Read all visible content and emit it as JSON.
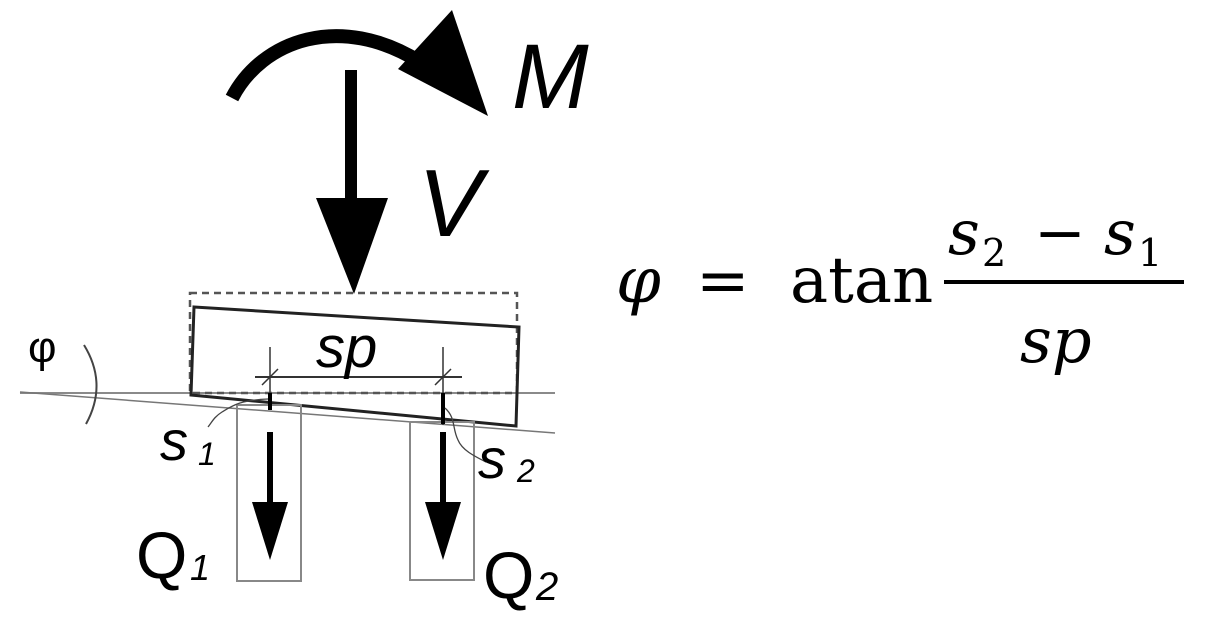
{
  "diagram": {
    "labels": {
      "moment": "M",
      "vertical_load": "V",
      "spacing": "sp",
      "angle": "φ",
      "s1_main": "s",
      "s1_sub": "1",
      "s2_main": "s",
      "s2_sub": "2",
      "q1_main": "Q",
      "q1_sub": "1",
      "q2_main": "Q",
      "q2_sub": "2"
    }
  },
  "formula": {
    "lhs": "φ",
    "equals": "=",
    "func": "atan",
    "numerator": {
      "a_main": "s",
      "a_sub": "2",
      "minus": "−",
      "b_main": "s",
      "b_sub": "1"
    },
    "denominator": "sp"
  }
}
